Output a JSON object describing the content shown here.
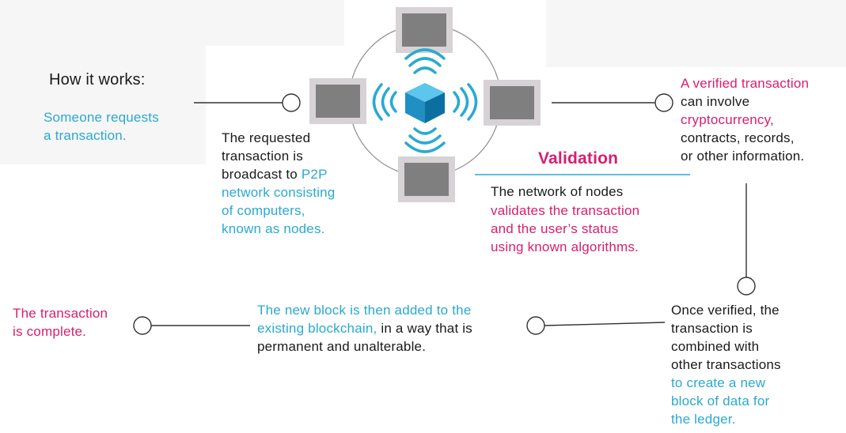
{
  "title": "How it works:",
  "step1": {
    "lines": [
      "Someone requests",
      "a transaction."
    ]
  },
  "step2": {
    "lines": [
      {
        "text": "The requested",
        "color": "dark"
      },
      {
        "text": "transaction is",
        "color": "dark"
      },
      {
        "text": "broadcast to ",
        "color": "dark",
        "extra": "P2P"
      },
      {
        "text": "network consisting",
        "color": "blue"
      },
      {
        "text": "of computers,",
        "color": "blue"
      },
      {
        "text": "known as nodes.",
        "color": "blue"
      }
    ]
  },
  "validation": {
    "heading": "Validation",
    "lines": [
      {
        "text": "The network of nodes",
        "color": "dark"
      },
      {
        "text": "validates the transaction",
        "color": "pink"
      },
      {
        "text": "and the user’s status",
        "color": "pink"
      },
      {
        "text": "using known algorithms.",
        "color": "pink"
      }
    ]
  },
  "step4": {
    "lines": [
      {
        "text": "A verified transaction",
        "color": "pink"
      },
      {
        "text": "can involve",
        "color": "dark"
      },
      {
        "text": "cryptocurrency,",
        "color": "pink"
      },
      {
        "text": "contracts, records,",
        "color": "dark"
      },
      {
        "text": "or other information.",
        "color": "dark"
      }
    ]
  },
  "step5": {
    "lines": [
      {
        "text": "Once verified, the",
        "color": "dark"
      },
      {
        "text": "transaction is",
        "color": "dark"
      },
      {
        "text": "combined with",
        "color": "dark"
      },
      {
        "text": "other transactions",
        "color": "dark"
      },
      {
        "text": "to create a new",
        "color": "blue"
      },
      {
        "text": "block of data for",
        "color": "blue"
      },
      {
        "text": "the ledger.",
        "color": "blue"
      }
    ]
  },
  "step6": {
    "line1": "The new block is then added to the",
    "line2_blue": "existing blockchain,",
    "line2_dark": " in a way that is",
    "line3": "permanent and unalterable."
  },
  "step7": {
    "lines": [
      "The transaction",
      "is complete."
    ]
  },
  "colors": {
    "blue": "#2aa9d2",
    "pink": "#d81e6e",
    "node_frame": "#d7d2d6",
    "node_screen": "#7f7f7f",
    "cube_top": "#5cc6ec",
    "cube_left": "#1f8fc4",
    "cube_right": "#0d6fa0"
  },
  "icons": [
    "node-computer-icon",
    "blockchain-cube-icon",
    "wireless-signal-icon"
  ]
}
